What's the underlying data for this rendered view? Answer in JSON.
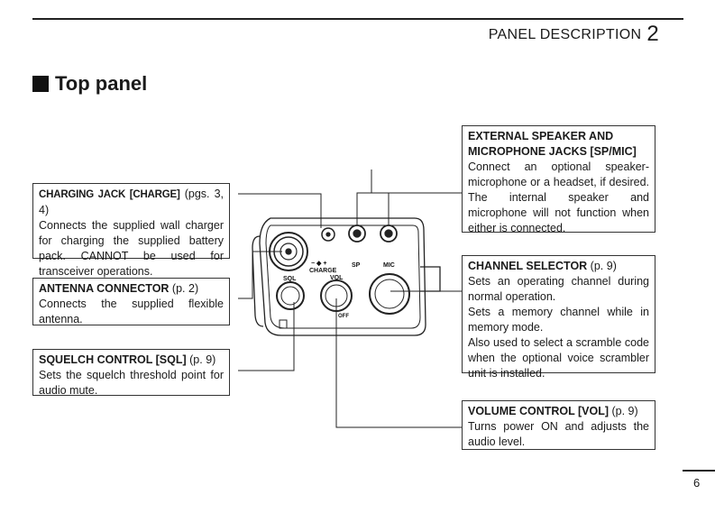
{
  "header": {
    "title": "PANEL DESCRIPTION",
    "chapter": "2"
  },
  "section": {
    "title": "Top panel"
  },
  "callouts": {
    "charging": {
      "title": "CHARGING JACK [CHARGE]",
      "ref": " (pgs. 3, 4)",
      "body": "Connects the supplied wall charger for charging the supplied battery pack. CANNOT be used for transceiver operations."
    },
    "antenna": {
      "title": "ANTENNA CONNECTOR",
      "ref": " (p. 2)",
      "body": "Connects the supplied flexible antenna."
    },
    "squelch": {
      "title": "SQUELCH CONTROL [SQL]",
      "ref": " (p. 9)",
      "body": "Sets the squelch threshold point for audio mute."
    },
    "external": {
      "title_1": "EXTERNAL SPEAKER AND",
      "title_2": "MICROPHONE JACKS [SP/MIC]",
      "body": "Connect an optional speaker-microphone or a headset, if desired. The internal speaker and microphone will not function when either is connected."
    },
    "channel": {
      "title": "CHANNEL SELECTOR",
      "ref": " (p. 9)",
      "body_1": "Sets an operating channel during normal operation.",
      "body_2": "Sets a memory channel while in memory mode.",
      "body_3": "Also used to select a scramble code when the optional voice scrambler unit is installed."
    },
    "volume": {
      "title": "VOLUME CONTROL [VOL]",
      "ref": " (p. 9)",
      "body": "Turns power ON and adjusts the audio level."
    }
  },
  "panel_labels": {
    "charge_symbol": "− ◆ +",
    "charge": "CHARGE",
    "sp": "SP",
    "mic": "MIC",
    "sql": "SQL",
    "vol": "VOL",
    "off": "OFF"
  },
  "page_number": "6"
}
